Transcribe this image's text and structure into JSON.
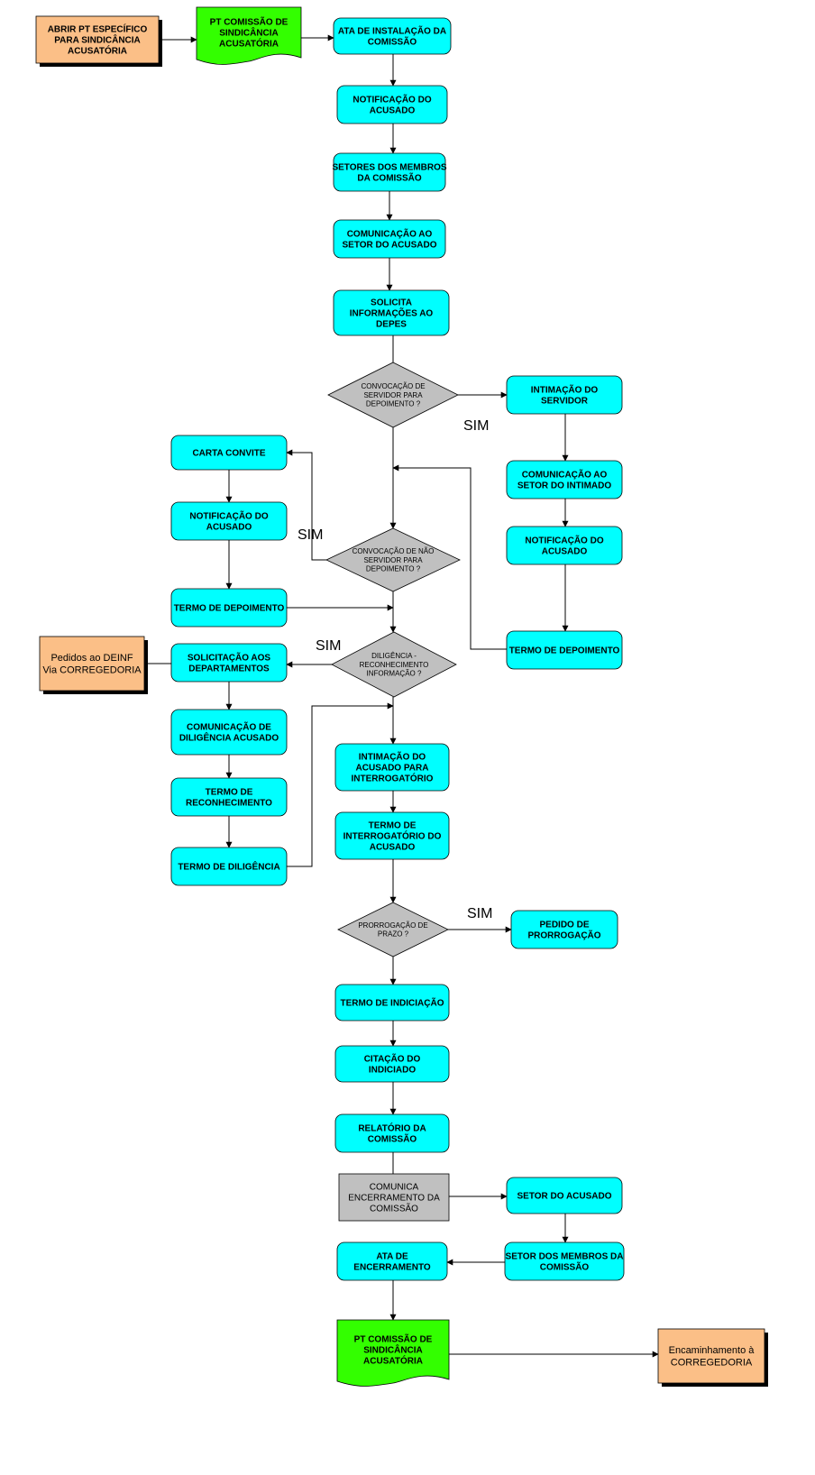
{
  "colors": {
    "process": "#00ffff",
    "start": "#fbbf87",
    "document": "#33ff00",
    "decision": "#c0c0c0",
    "gray_process": "#c0c0c0",
    "line": "#000000"
  },
  "nodes": {
    "start": "ABRIR PT ESPECÍFICO PARA SINDICÂNCIA ACUSATÓRIA",
    "doc1": "PT COMISSÃO DE SINDICÂNCIA ACUSATÓRIA",
    "ata_instalacao": "ATA DE INSTALAÇÃO DA COMISSÃO",
    "notif_acusado_1": "NOTIFICAÇÃO DO ACUSADO",
    "setores_membros": "SETORES DOS MEMBROS DA COMISSÃO",
    "comunic_setor_acusado": "COMUNICAÇÃO AO SETOR DO ACUSADO",
    "solicita_info": "SOLICITA INFORMAÇÕES AO DEPES",
    "dec_servidor": "CONVOCAÇÃO DE SERVIDOR PARA DEPOIMENTO ?",
    "intimacao_servidor": "INTIMAÇÃO DO SERVIDOR",
    "comunic_setor_intimado": "COMUNICAÇÃO AO SETOR DO INTIMADO",
    "notif_acusado_right": "NOTIFICAÇÃO DO ACUSADO",
    "termo_depoimento_right": "TERMO DE DEPOIMENTO",
    "carta_convite": "CARTA CONVITE",
    "notif_acusado_left": "NOTIFICAÇÃO DO ACUSADO",
    "dec_nao_servidor": "CONVOCAÇÃO DE NÃO SERVIDOR PARA DEPOIMENTO ?",
    "termo_depoimento_left": "TERMO DE DEPOIMENTO",
    "pedidos_deinf": "Pedidos ao DEINF Via CORREGEDORIA",
    "solic_departamentos": "SOLICITAÇÃO AOS DEPARTAMENTOS",
    "dec_diligencia": "DILIGÊNCIA - RECONHECIMENTO INFORMAÇÃO ?",
    "comunic_diligencia": "COMUNICAÇÃO DE DILIGÊNCIA ACUSADO",
    "termo_reconhecimento": "TERMO DE RECONHECIMENTO",
    "termo_diligencia": "TERMO DE DILIGÊNCIA",
    "intimacao_acusado": "INTIMAÇÃO DO ACUSADO PARA INTERROGATÓRIO",
    "termo_interrogatorio": "TERMO DE INTERROGATÓRIO DO ACUSADO",
    "dec_prorrogacao": "PRORROGAÇÃO DE PRAZO ?",
    "pedido_prorrogacao": "PEDIDO DE PRORROGAÇÃO",
    "termo_indiciacao": "TERMO DE INDICIAÇÃO",
    "citacao_indiciado": "CITAÇÃO DO INDICIADO",
    "relatorio_comissao": "RELATÓRIO DA COMISSÃO",
    "comunica_encerramento": "COMUNICA ENCERRAMENTO DA COMISSÃO",
    "setor_acusado": "SETOR DO ACUSADO",
    "setor_membros": "SETOR DOS MEMBROS DA COMISSÃO",
    "ata_encerramento": "ATA DE ENCERRAMENTO",
    "doc2": "PT COMISSÃO DE SINDICÂNCIA ACUSATÓRIA",
    "encaminhamento": "Encaminhamento à CORREGEDORIA"
  },
  "edge_labels": {
    "sim_servidor": "SIM",
    "sim_nao_servidor": "SIM",
    "sim_diligencia": "SIM",
    "sim_prorrogacao": "SIM"
  }
}
